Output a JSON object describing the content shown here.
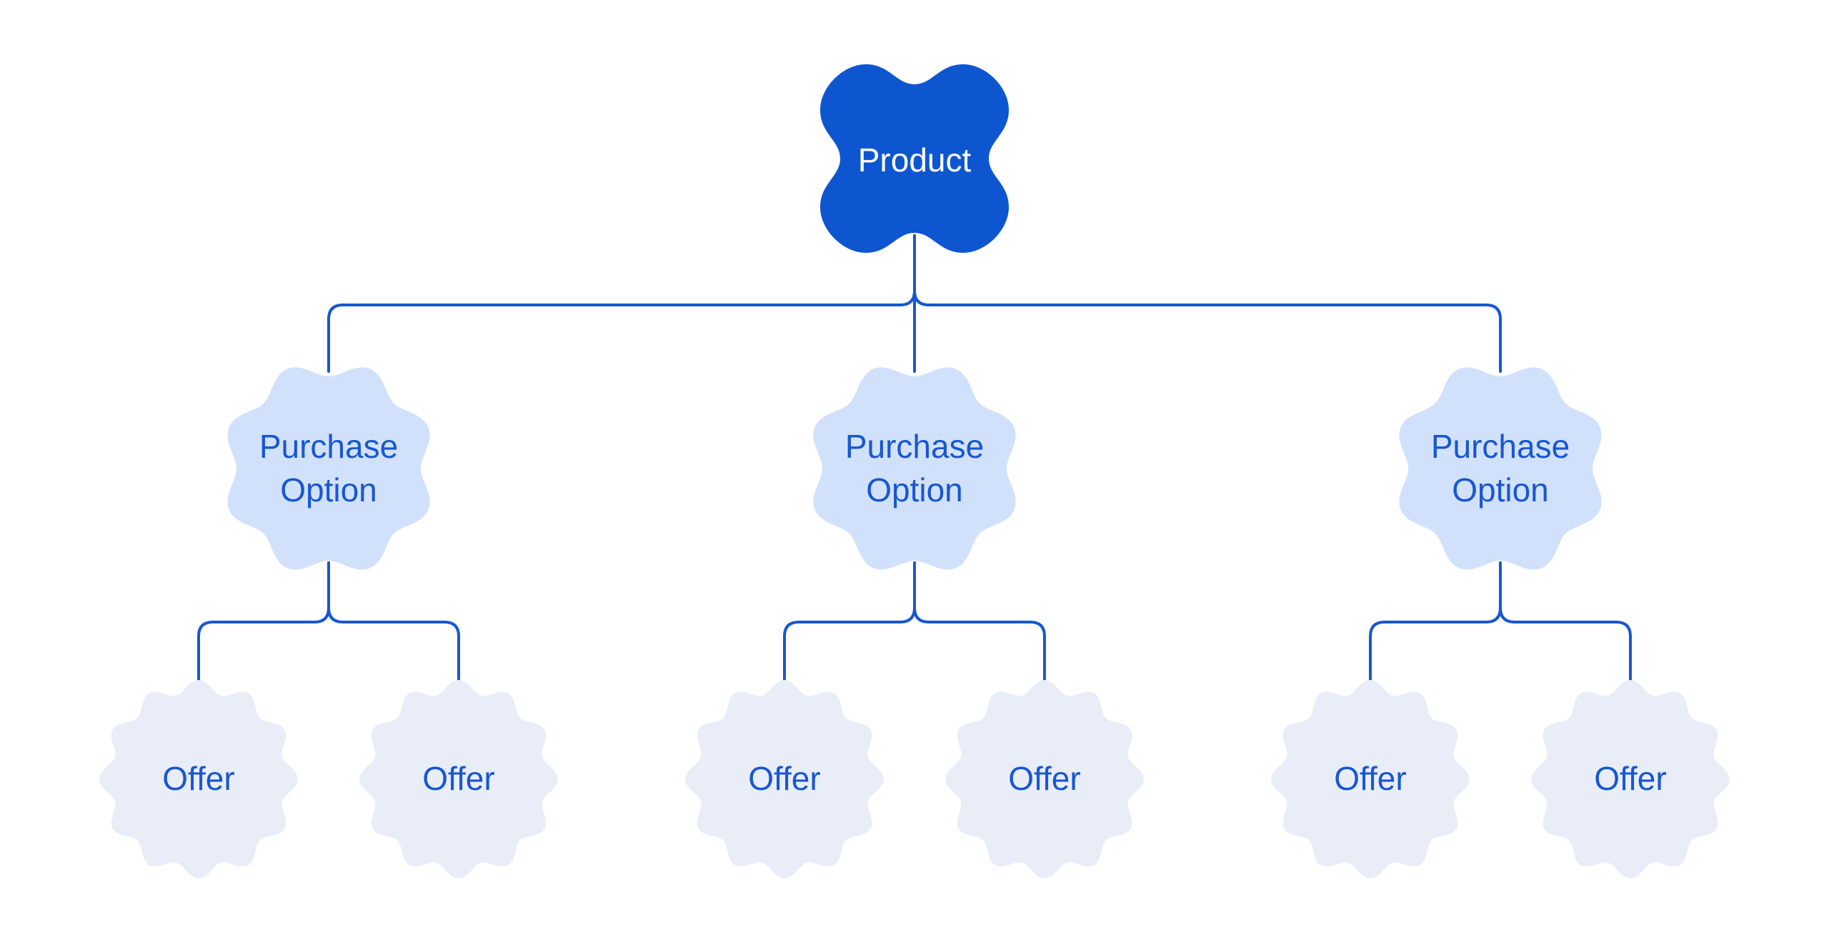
{
  "diagram": {
    "description": "Product offering hierarchy tree",
    "product": {
      "label": "Product"
    },
    "purchase_options": [
      {
        "line1": "Purchase",
        "line2": "Option"
      },
      {
        "line1": "Purchase",
        "line2": "Option"
      },
      {
        "line1": "Purchase",
        "line2": "Option"
      }
    ],
    "offers": [
      {
        "label": "Offer"
      },
      {
        "label": "Offer"
      },
      {
        "label": "Offer"
      },
      {
        "label": "Offer"
      },
      {
        "label": "Offer"
      },
      {
        "label": "Offer"
      }
    ]
  },
  "colors": {
    "background": "#ffffff",
    "product-fill": "#0D56D0",
    "product-text": "#ffffff",
    "purchase-fill": "#D2E1FB",
    "offer-fill": "#E9EDF7",
    "label-text": "#1757D2",
    "connector": "#1757D2"
  }
}
